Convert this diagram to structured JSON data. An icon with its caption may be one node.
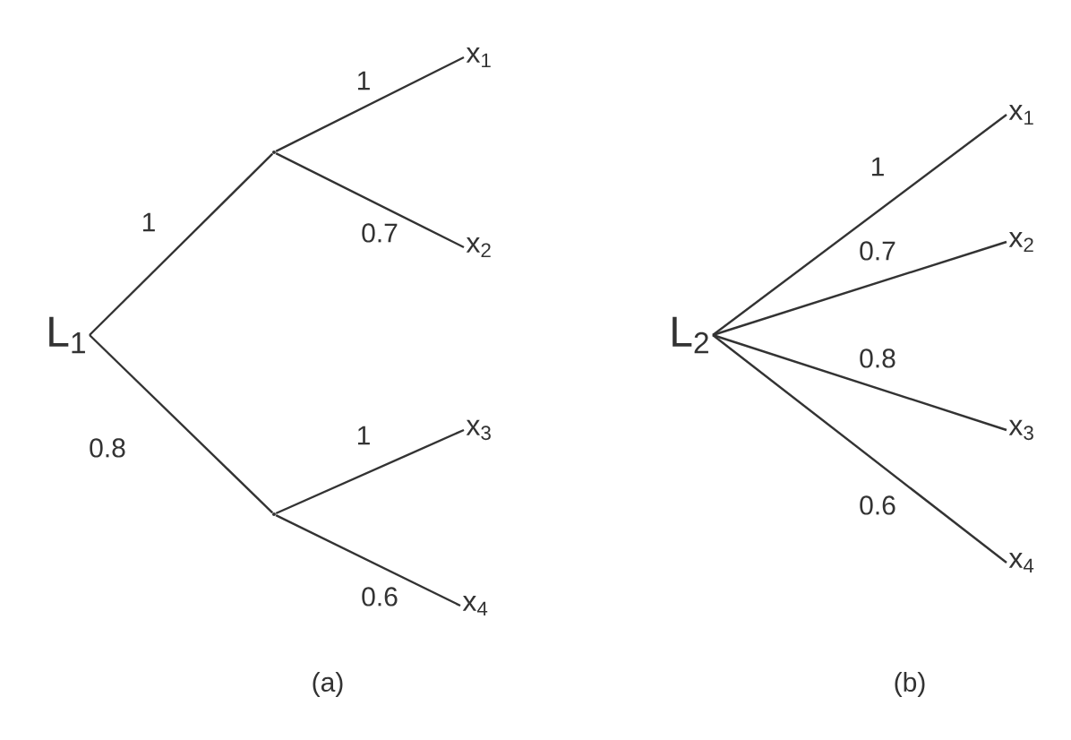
{
  "diagram": {
    "nodes": [
      {
        "text": [
          "L$_{1}$"
        ]
      },
      {
        "text": [],
        "shape": "point"
      },
      {
        "text": [],
        "shape": "point"
      },
      {
        "text": [
          "x$_{1}$"
        ]
      },
      {
        "text": [
          "x$_{2}$"
        ]
      },
      {
        "text": [
          "x$_{3}$"
        ]
      },
      {
        "text": [
          "x$_{4}$"
        ]
      },
      {
        "text": [
          "L$_{2}$"
        ]
      },
      {
        "text": [
          "x$_{1}$"
        ]
      },
      {
        "text": [
          "x$_{2}$"
        ]
      },
      {
        "text": [
          "x$_{3}$"
        ]
      },
      {
        "text": [
          "x$_{4}$"
        ]
      }
    ],
    "edges": [
      {
        "from": 0,
        "to": 1,
        "arrow": "none",
        "label": "1"
      },
      {
        "from": 0,
        "to": 2,
        "arrow": "none",
        "label": "0.8"
      },
      {
        "from": 1,
        "to": 3,
        "arrow": "none",
        "label": "1"
      },
      {
        "from": 1,
        "to": 4,
        "arrow": "none",
        "label": "0.7"
      },
      {
        "from": 2,
        "to": 5,
        "arrow": "none",
        "label": "1"
      },
      {
        "from": 2,
        "to": 6,
        "arrow": "none",
        "label": "0.6"
      },
      {
        "from": 7,
        "to": 8,
        "arrow": "none",
        "label": "1"
      },
      {
        "from": 7,
        "to": 9,
        "arrow": "none",
        "label": "0.7"
      },
      {
        "from": 7,
        "to": 10,
        "arrow": "none",
        "label": "0.8"
      },
      {
        "from": 7,
        "to": 11,
        "arrow": "none",
        "label": "0.6"
      }
    ],
    "labels": [
      "(a)",
      "(b)"
    ]
  }
}
